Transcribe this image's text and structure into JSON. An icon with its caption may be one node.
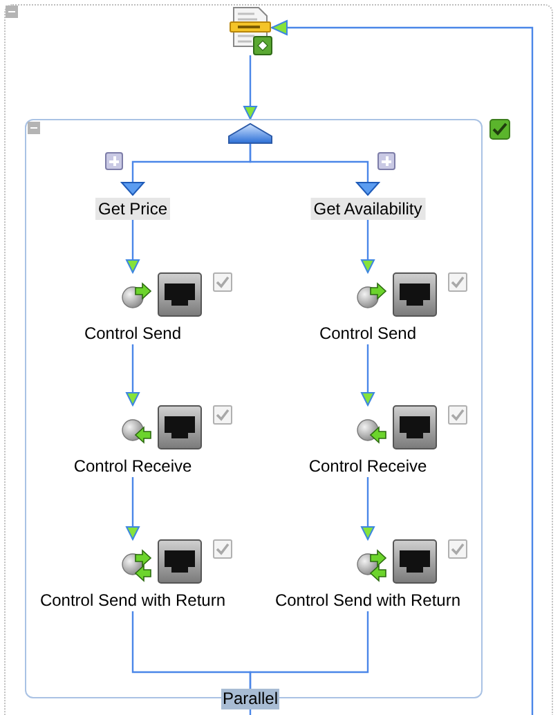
{
  "diagram": {
    "nodes": [
      {
        "text": [],
        "shape": "picture"
      },
      {
        "text": [
          "Parallel"
        ]
      },
      {
        "text": [],
        "shape": "triangle",
        "in": 1
      },
      {
        "text": [
          "Get Price"
        ],
        "in": 1
      },
      {
        "text": [
          "Get Availability"
        ],
        "in": 1
      },
      {
        "text": [
          "Control Send"
        ],
        "in": 1
      },
      {
        "text": [
          "Control Send"
        ],
        "in": 1
      },
      {
        "text": [
          "Control Receive"
        ],
        "in": 1
      },
      {
        "text": [
          "Control Receive"
        ],
        "in": 1
      },
      {
        "text": [
          "Control Send with Return"
        ],
        "in": 1
      },
      {
        "text": [
          "Control Send with Return"
        ],
        "in": 1
      }
    ],
    "edges": [
      {
        "from": 0,
        "to": 1,
        "arrow": "to"
      },
      {
        "from": 2,
        "to": 3,
        "arrow": "to"
      },
      {
        "from": 2,
        "to": 4,
        "arrow": "to"
      },
      {
        "from": 3,
        "to": 5,
        "arrow": "to"
      },
      {
        "from": 5,
        "to": 7,
        "arrow": "to"
      },
      {
        "from": 7,
        "to": 9,
        "arrow": "to"
      },
      {
        "from": 4,
        "to": 6,
        "arrow": "to"
      },
      {
        "from": 6,
        "to": 8,
        "arrow": "to"
      },
      {
        "from": 8,
        "to": 10,
        "arrow": "to"
      },
      {
        "from": 9,
        "to": 1,
        "arrow": "none"
      },
      {
        "from": 10,
        "to": 1,
        "arrow": "none"
      },
      {
        "from": 1,
        "to": 0,
        "arrow": "to"
      }
    ]
  }
}
